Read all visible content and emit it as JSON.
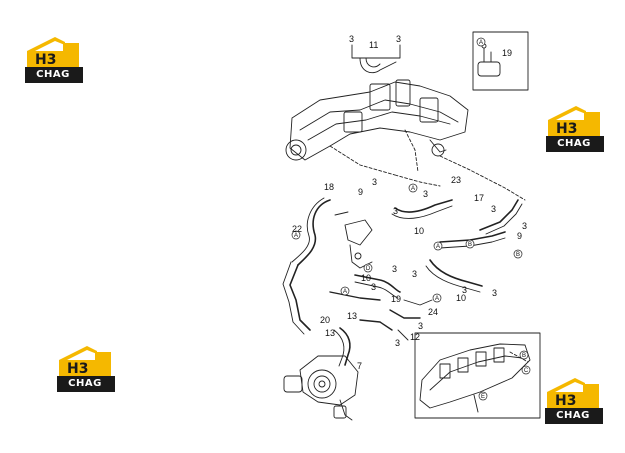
{
  "logo": {
    "mark": "H3",
    "brand": "CHAG"
  },
  "brand_color": "#f5b800",
  "labels": {
    "l3a": "3",
    "l11": "11",
    "l3b": "3",
    "l19a": "19",
    "l18": "18",
    "l9a": "9",
    "l3c": "3",
    "l23": "23",
    "l3d": "3",
    "l17": "17",
    "l3e": "3",
    "l3f": "3",
    "l9b": "9",
    "l10a": "10",
    "l3g": "3",
    "l22": "22",
    "l10b": "10",
    "l3h": "3",
    "l3i": "3",
    "l3j": "3",
    "l3k": "3",
    "l10c": "10",
    "l3l": "3",
    "l19b": "19",
    "l24": "24",
    "l20": "20",
    "l13a": "13",
    "l3m": "3",
    "l12": "12",
    "l3n": "3",
    "l13b": "13",
    "l7": "7"
  },
  "callouts": {
    "A": "A",
    "B": "B",
    "C": "C",
    "D": "D",
    "E": "E"
  }
}
